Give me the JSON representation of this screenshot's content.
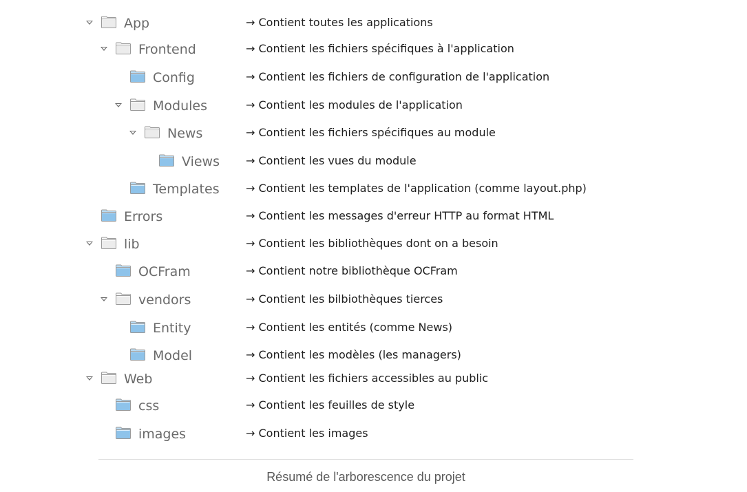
{
  "tree": [
    {
      "name": "App",
      "description": "→ Contient toutes les applications",
      "expanded": true,
      "folder_style": "plain",
      "icon": "folder-icon"
    },
    {
      "name": "Frontend",
      "description": "→ Contient les fichiers spécifiques à l'application",
      "expanded": true,
      "folder_style": "plain",
      "icon": "folder-icon"
    },
    {
      "name": "Config",
      "description": "→ Contient les fichiers de configuration de l'application",
      "expanded": false,
      "folder_style": "blue",
      "icon": "folder-icon"
    },
    {
      "name": "Modules",
      "description": "→ Contient les modules de l'application",
      "expanded": true,
      "folder_style": "plain",
      "icon": "folder-icon"
    },
    {
      "name": "News",
      "description": "→ Contient les fichiers spécifiques au module",
      "expanded": true,
      "folder_style": "plain",
      "icon": "folder-icon"
    },
    {
      "name": "Views",
      "description": "→ Contient les vues du module",
      "expanded": false,
      "folder_style": "blue",
      "icon": "folder-icon"
    },
    {
      "name": "Templates",
      "description": "→ Contient les templates de l'application (comme layout.php)",
      "expanded": false,
      "folder_style": "blue",
      "icon": "folder-icon"
    },
    {
      "name": "Errors",
      "description": "→ Contient les messages d'erreur HTTP au format HTML",
      "expanded": false,
      "folder_style": "blue",
      "icon": "folder-icon"
    },
    {
      "name": "lib",
      "description": "→ Contient les bibliothèques dont on a besoin",
      "expanded": true,
      "folder_style": "plain",
      "icon": "folder-icon"
    },
    {
      "name": "OCFram",
      "description": "→ Contient notre bibliothèque OCFram",
      "expanded": false,
      "folder_style": "blue",
      "icon": "folder-icon"
    },
    {
      "name": "vendors",
      "description": "→ Contient les bilbiothèques tierces",
      "expanded": true,
      "folder_style": "plain",
      "icon": "folder-icon"
    },
    {
      "name": "Entity",
      "description": "→ Contient les entités (comme News)",
      "expanded": false,
      "folder_style": "blue",
      "icon": "folder-icon"
    },
    {
      "name": "Model",
      "description": "→ Contient les modèles (les managers)",
      "expanded": false,
      "folder_style": "blue",
      "icon": "folder-icon"
    },
    {
      "name": "Web",
      "description": "→ Contient les fichiers accessibles au public",
      "expanded": true,
      "folder_style": "plain",
      "icon": "folder-icon"
    },
    {
      "name": "css",
      "description": "→ Contient les feuilles de style",
      "expanded": false,
      "folder_style": "blue",
      "icon": "folder-icon"
    },
    {
      "name": "images",
      "description": "→ Contient les images",
      "expanded": false,
      "folder_style": "blue",
      "icon": "folder-icon"
    }
  ],
  "caption": "Résumé de l'arborescence du projet",
  "colors": {
    "folder_blue": "#8ec3ea",
    "folder_plain": "#ececec",
    "folder_outline": "#9a9a9a",
    "name_text": "#6a6a6a",
    "desc_text": "#1e1e1e"
  }
}
